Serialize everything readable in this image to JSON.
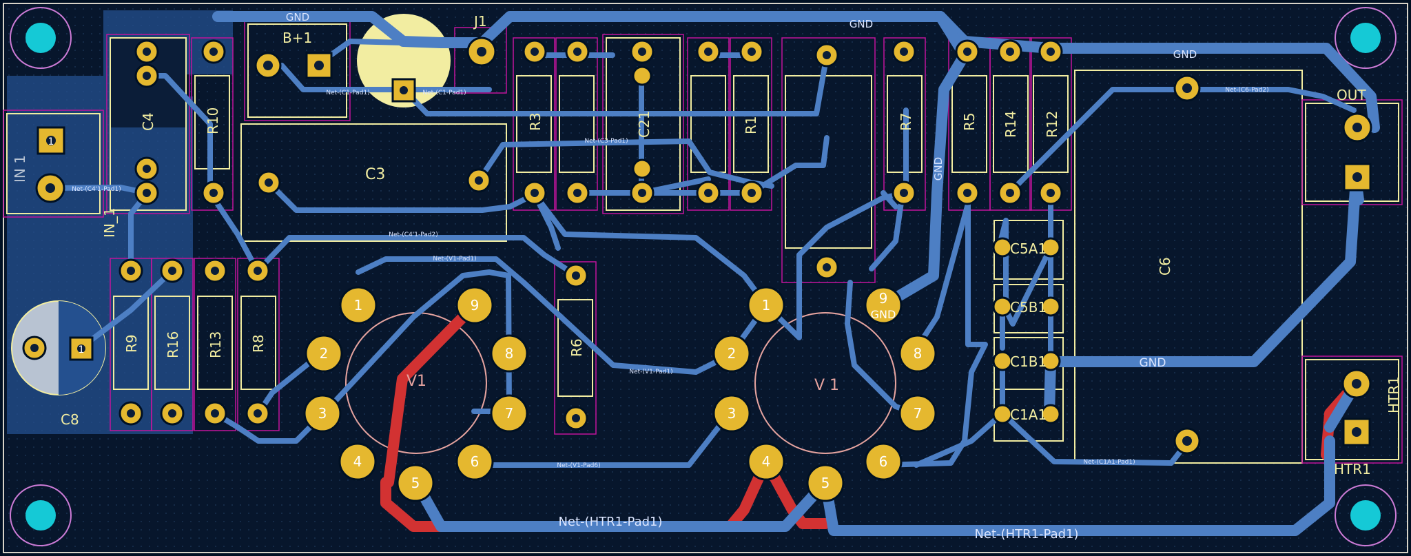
{
  "board": {
    "colors": {
      "background": "#001023",
      "board_fill": "#0a1830",
      "grid_dot": "#1e3a5c",
      "edge": "#d7d3c8",
      "track_front": "#d23232",
      "track_back": "#4d7fc4",
      "pad": "#e5b82f",
      "silkscreen": "#f2eda1",
      "courtyard": "#c2149c",
      "mounting_hole": "#15c9d6"
    },
    "icons": {
      "mounting_hole": "mounting-hole-icon",
      "pad": "pad-icon",
      "tube_socket": "tube-socket-icon"
    }
  },
  "refs": {
    "J1": "J1",
    "Bplus1": "B+1",
    "C4": "C4",
    "R10": "R10",
    "C3": "C3",
    "R3": "R3",
    "C21": "C21",
    "R1": "R1",
    "R7": "R7",
    "R5": "R5",
    "R14": "R14",
    "R12": "R12",
    "IN1_top": "IN 1",
    "IN1_bottom": "IN_1",
    "C8": "C8",
    "R9": "R9",
    "R16": "R16",
    "R13": "R13",
    "R8": "R8",
    "R6": "R6",
    "V1_left": "V1",
    "V1_right": "V 1",
    "C5A1": "C5A1",
    "C5B1": "C5B1",
    "C1B1": "C1B1",
    "C1A1": "C1A1",
    "C6": "C6",
    "OUT": "OUT",
    "HTR1": "HTR1",
    "HTR1_side": "HTR1"
  },
  "pins": {
    "p1": "1",
    "p2": "2",
    "p3": "3",
    "p4": "4",
    "p5": "5",
    "p6": "6",
    "p7": "7",
    "p8": "8",
    "p9": "9",
    "gnd": "GND"
  },
  "nets": {
    "gnd": "GND",
    "htr1_pad1": "Net-(HTR1-Pad1)",
    "c1_pad1": "Net-(C1-Pad1)",
    "c3_pad1": "Net-(C3-Pad1)",
    "c4_pad1": "Net-(C4'1-Pad1)",
    "c4_pad2": "Net-(C4'1-Pad2)",
    "v1_pad1": "Net-(V1-Pad1)",
    "v1_pad6": "Net-(V1-Pad6)",
    "c6_pad2": "Net-(C6-Pad2)",
    "c1a1_pad1": "Net-(C1A1-Pad1)"
  }
}
